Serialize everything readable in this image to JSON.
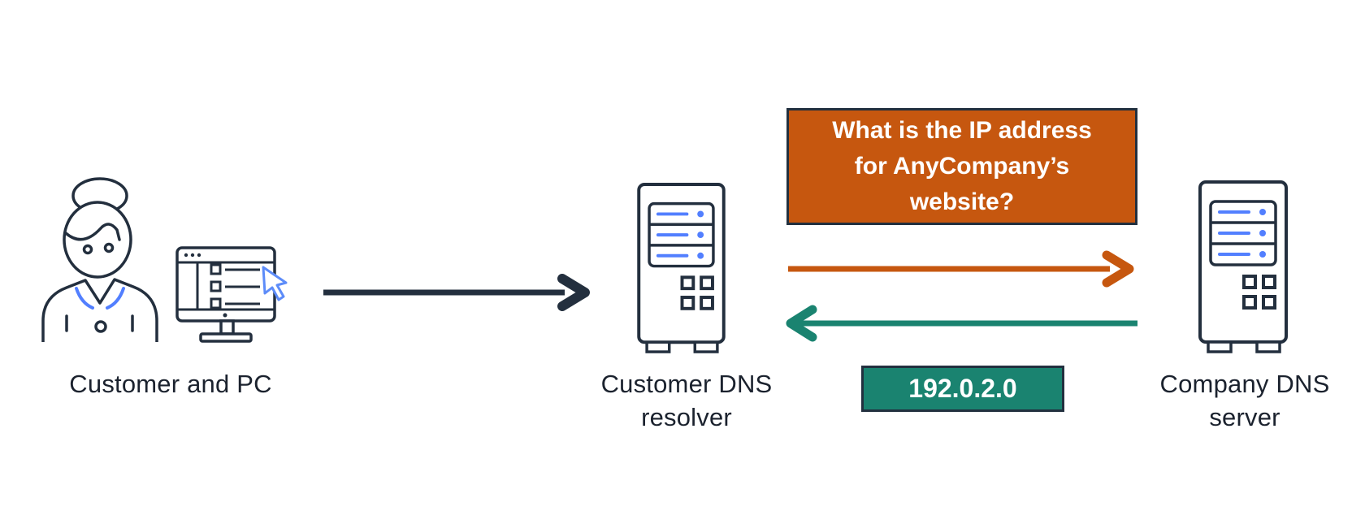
{
  "colors": {
    "background": "#ffffff",
    "outline_dark": "#232f3e",
    "accent_blue": "#527fff",
    "cursor_blue": "#5d8cf9",
    "query_orange": "#c6570f",
    "answer_teal": "#1a8370",
    "box_border": "#22303f",
    "label_text": "#1b222e",
    "box_text": "#ffffff"
  },
  "nodes": {
    "customer": {
      "label": "Customer and PC",
      "icon": "person-and-pc-icon"
    },
    "resolver": {
      "label_line1": "Customer DNS",
      "label_line2": "resolver",
      "icon": "server-icon"
    },
    "company": {
      "label_line1": "Company DNS",
      "label_line2": "server",
      "icon": "server-icon"
    }
  },
  "messages": {
    "query": {
      "line1": "What is the IP address",
      "line2": "for AnyCompany’s",
      "line3": "website?"
    },
    "answer": {
      "text": "192.0.2.0"
    }
  },
  "arrows": {
    "customer_to_resolver": {
      "color": "#232f3e",
      "direction": "right"
    },
    "query_resolver_to_company": {
      "color": "#c6570f",
      "direction": "right"
    },
    "answer_company_to_resolver": {
      "color": "#1a8370",
      "direction": "left"
    }
  }
}
